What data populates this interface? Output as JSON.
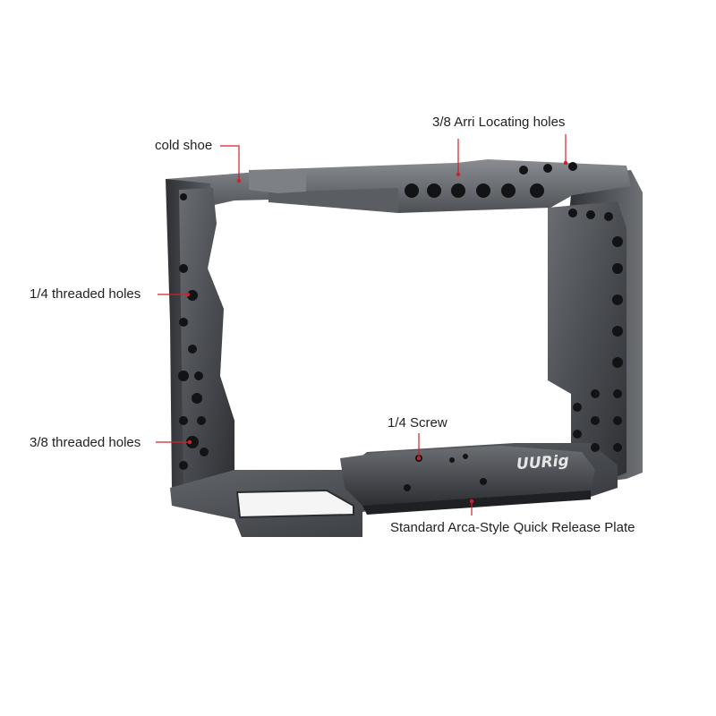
{
  "callouts": {
    "cold_shoe": "cold shoe",
    "arri_holes": "3/8 Arri Locating holes",
    "quarter_threaded": "1/4 threaded holes",
    "three_eighths_threaded": "3/8 threaded holes",
    "quarter_screw": "1/4 Screw",
    "arca_plate": "Standard Arca-Style Quick Release Plate"
  },
  "brand_logo": "UURig",
  "colors": {
    "background": "#ffffff",
    "leader_line": "#d0202a",
    "label_text": "#222222",
    "metal_dark": "#3a3c40",
    "metal_mid": "#55585d",
    "metal_light": "#7a7d82",
    "hole": "#121315"
  }
}
